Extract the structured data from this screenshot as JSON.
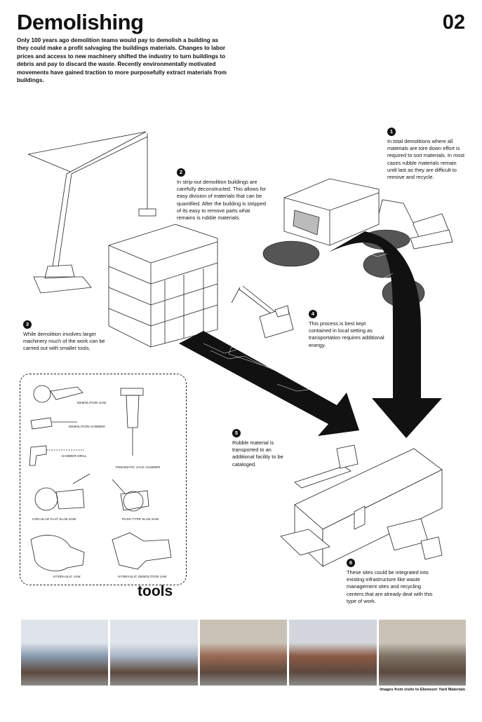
{
  "header": {
    "title": "Demolishing",
    "page_number": "02",
    "intro": "Only 100 years ago demolition teams would pay to demolish a building as they could make a profit salvaging the buildings materials. Changes to labor prices and access to new machinery shifted the industry to turn buildings to debris and pay to discard the waste. Recently environmentally motivated movements have gained traction to more purposefully extract materials from buildings."
  },
  "steps": [
    {
      "num": "1",
      "text": "In total demolitions where all materials are tore down effort is required to sort materials. In most cases rubble materials remain until last as they are difficult to remove and recycle."
    },
    {
      "num": "2",
      "text": "In strip-out demolition buildings are carefully deconstructed. This allows for easy division of materials that can be quantified. After the building is stripped of its easy to remove parts what remains is rubble materials."
    },
    {
      "num": "3",
      "text": "While demolition involves larger machinery much of the work can be carried out with smaller tools."
    },
    {
      "num": "4",
      "text": "This process is best kept contained in local setting as transportation requires additional energy."
    },
    {
      "num": "5",
      "text": "Rubble material is transported to an additional facility to be cataloged."
    },
    {
      "num": "6",
      "text": "These sites could be integrated into existing infrastructure like waste management sites and recycling centers that are already deal with this type of work."
    }
  ],
  "tools": {
    "title": "tools",
    "items": [
      "DEMOLITION SAW",
      "DEMOLITION HAMMER",
      "HAMMER DRILL",
      "PNEUMATIC JACK HAMMER",
      "CIRCULAR FLAT SLAB SAW",
      "PUSH TYPE SLAB SAW",
      "HYDRAULIC JAW",
      "HYDRAULIC DEMOLITION JAW"
    ]
  },
  "photos": {
    "caption": "Images from visits to Ebenezer Yard Materials",
    "palette": [
      "#8a9bb0",
      "#a9b6c6",
      "#9a6a55",
      "#8c5a46",
      "#7f7466"
    ]
  }
}
